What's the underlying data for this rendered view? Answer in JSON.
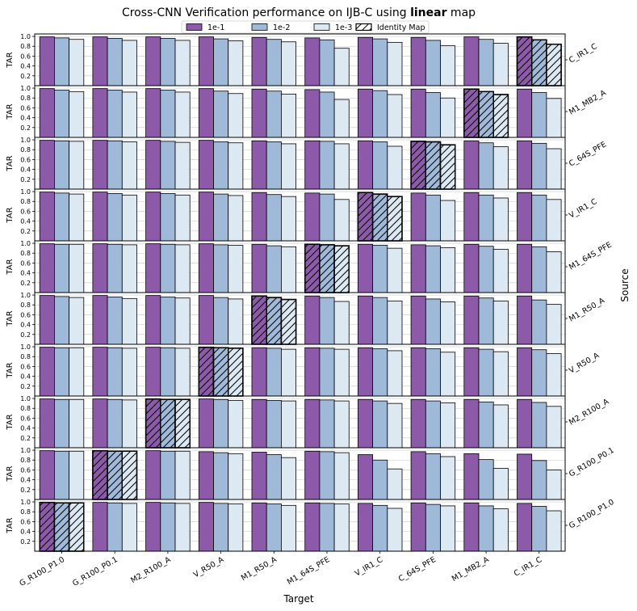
{
  "chart_data": {
    "type": "bar",
    "title_prefix": "Cross-CNN Verification performance on IJB-C using ",
    "title_bold": "linear",
    "title_suffix": " map",
    "xlabel": "Target",
    "ylabel": "TAR",
    "row_axis_label": "Source",
    "ylim": [
      0,
      1.05
    ],
    "yticks": [
      "0.2",
      "0.4",
      "0.6",
      "0.8",
      "1.0"
    ],
    "grid": true,
    "legend_position": "top-center",
    "colors": {
      "1e-1": "#8c5aa8",
      "1e-2": "#9fb9d8",
      "1e-3": "#dde9f2",
      "identity": "#ffffff"
    },
    "legend": [
      "1e-1",
      "1e-2",
      "1e-3",
      "Identity Map"
    ],
    "targets": [
      "G_R100_P1.0",
      "G_R100_P0.1",
      "M2_R100_A",
      "V_R50_A",
      "M1_R50_A",
      "M1_64S_PFE",
      "V_IR1_C",
      "C_64S_PFE",
      "M1_MB2_A",
      "C_IR1_C"
    ],
    "sources": [
      "C_IR1_C",
      "M1_MB2_A",
      "C_64S_PFE",
      "V_IR1_C",
      "M1_64S_PFE",
      "M1_R50_A",
      "V_R50_A",
      "M2_R100_A",
      "G_R100_P0.1",
      "G_R100_P1.0"
    ],
    "identity_target_for_source": [
      "C_IR1_C",
      "M1_MB2_A",
      "C_64S_PFE",
      "V_IR1_C",
      "M1_64S_PFE",
      "M1_R50_A",
      "V_R50_A",
      "M2_R100_A",
      "G_R100_P0.1",
      "G_R100_P1.0"
    ],
    "series_names": [
      "1e-1",
      "1e-2",
      "1e-3"
    ],
    "values": [
      [
        [
          0.99,
          0.97,
          0.94
        ],
        [
          0.99,
          0.96,
          0.92
        ],
        [
          0.99,
          0.96,
          0.92
        ],
        [
          0.99,
          0.95,
          0.91
        ],
        [
          0.98,
          0.94,
          0.89
        ],
        [
          0.97,
          0.93,
          0.76
        ],
        [
          0.98,
          0.95,
          0.88
        ],
        [
          0.98,
          0.92,
          0.81
        ],
        [
          0.99,
          0.94,
          0.86
        ],
        [
          0.99,
          0.93,
          0.84
        ]
      ],
      [
        [
          0.99,
          0.96,
          0.93
        ],
        [
          0.99,
          0.96,
          0.92
        ],
        [
          0.99,
          0.96,
          0.92
        ],
        [
          0.99,
          0.94,
          0.89
        ],
        [
          0.98,
          0.94,
          0.88
        ],
        [
          0.97,
          0.92,
          0.77
        ],
        [
          0.98,
          0.95,
          0.87
        ],
        [
          0.98,
          0.91,
          0.8
        ],
        [
          0.98,
          0.93,
          0.87
        ],
        [
          0.98,
          0.91,
          0.79
        ]
      ],
      [
        [
          0.99,
          0.98,
          0.97
        ],
        [
          0.99,
          0.98,
          0.96
        ],
        [
          0.99,
          0.97,
          0.95
        ],
        [
          0.99,
          0.96,
          0.94
        ],
        [
          0.98,
          0.96,
          0.92
        ],
        [
          0.98,
          0.97,
          0.92
        ],
        [
          0.98,
          0.96,
          0.87
        ],
        [
          0.97,
          0.96,
          0.9
        ],
        [
          0.98,
          0.94,
          0.86
        ],
        [
          0.98,
          0.93,
          0.82
        ]
      ],
      [
        [
          0.99,
          0.97,
          0.95
        ],
        [
          0.99,
          0.96,
          0.93
        ],
        [
          0.99,
          0.96,
          0.93
        ],
        [
          0.99,
          0.95,
          0.92
        ],
        [
          0.98,
          0.94,
          0.9
        ],
        [
          0.97,
          0.95,
          0.84
        ],
        [
          0.98,
          0.95,
          0.9
        ],
        [
          0.97,
          0.93,
          0.82
        ],
        [
          0.98,
          0.93,
          0.87
        ],
        [
          0.98,
          0.93,
          0.84
        ]
      ],
      [
        [
          0.99,
          0.98,
          0.98
        ],
        [
          0.99,
          0.98,
          0.97
        ],
        [
          0.99,
          0.98,
          0.97
        ],
        [
          0.99,
          0.97,
          0.96
        ],
        [
          0.98,
          0.95,
          0.93
        ],
        [
          0.98,
          0.97,
          0.95
        ],
        [
          0.98,
          0.96,
          0.9
        ],
        [
          0.97,
          0.95,
          0.91
        ],
        [
          0.98,
          0.94,
          0.88
        ],
        [
          0.98,
          0.93,
          0.83
        ]
      ],
      [
        [
          0.99,
          0.97,
          0.95
        ],
        [
          0.99,
          0.96,
          0.93
        ],
        [
          0.99,
          0.96,
          0.94
        ],
        [
          0.99,
          0.95,
          0.92
        ],
        [
          0.98,
          0.95,
          0.91
        ],
        [
          0.98,
          0.95,
          0.87
        ],
        [
          0.98,
          0.95,
          0.88
        ],
        [
          0.98,
          0.92,
          0.86
        ],
        [
          0.98,
          0.94,
          0.88
        ],
        [
          0.98,
          0.9,
          0.81
        ]
      ],
      [
        [
          0.99,
          0.98,
          0.98
        ],
        [
          0.99,
          0.98,
          0.97
        ],
        [
          0.99,
          0.98,
          0.97
        ],
        [
          0.99,
          0.98,
          0.97
        ],
        [
          0.98,
          0.97,
          0.95
        ],
        [
          0.98,
          0.97,
          0.95
        ],
        [
          0.98,
          0.96,
          0.92
        ],
        [
          0.98,
          0.96,
          0.89
        ],
        [
          0.98,
          0.95,
          0.9
        ],
        [
          0.98,
          0.94,
          0.86
        ]
      ],
      [
        [
          0.99,
          0.98,
          0.98
        ],
        [
          0.99,
          0.98,
          0.97
        ],
        [
          0.99,
          0.98,
          0.98
        ],
        [
          0.99,
          0.98,
          0.96
        ],
        [
          0.98,
          0.96,
          0.95
        ],
        [
          0.98,
          0.97,
          0.95
        ],
        [
          0.98,
          0.95,
          0.9
        ],
        [
          0.98,
          0.95,
          0.91
        ],
        [
          0.98,
          0.93,
          0.87
        ],
        [
          0.98,
          0.92,
          0.84
        ]
      ],
      [
        [
          0.99,
          0.98,
          0.98
        ],
        [
          0.99,
          0.98,
          0.98
        ],
        [
          0.99,
          0.98,
          0.98
        ],
        [
          0.97,
          0.95,
          0.93
        ],
        [
          0.96,
          0.91,
          0.85
        ],
        [
          0.98,
          0.97,
          0.95
        ],
        [
          0.91,
          0.8,
          0.62
        ],
        [
          0.97,
          0.93,
          0.87
        ],
        [
          0.93,
          0.81,
          0.63
        ],
        [
          0.92,
          0.79,
          0.6
        ]
      ],
      [
        [
          0.99,
          0.98,
          0.98
        ],
        [
          0.99,
          0.98,
          0.97
        ],
        [
          0.99,
          0.98,
          0.97
        ],
        [
          0.99,
          0.97,
          0.96
        ],
        [
          0.98,
          0.96,
          0.93
        ],
        [
          0.98,
          0.97,
          0.96
        ],
        [
          0.97,
          0.93,
          0.87
        ],
        [
          0.98,
          0.95,
          0.92
        ],
        [
          0.98,
          0.92,
          0.86
        ],
        [
          0.97,
          0.91,
          0.82
        ]
      ]
    ]
  }
}
